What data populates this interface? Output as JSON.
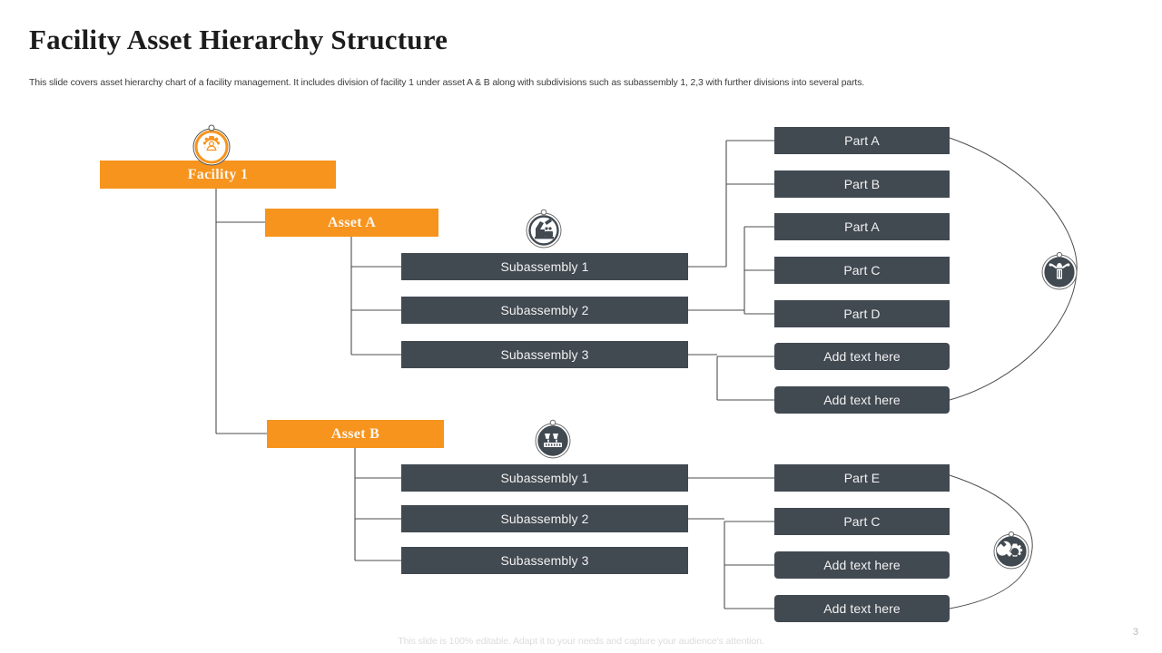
{
  "slide": {
    "title": "Facility Asset Hierarchy Structure",
    "subtitle": "This slide covers asset hierarchy chart of a facility management. It includes division of facility 1 under asset A & B along with subdivisions such as subassembly 1, 2,3 with further divisions into several parts.",
    "footer": "This slide is 100% editable. Adapt it to your needs and capture your audience's attention.",
    "page_number": "3"
  },
  "colors": {
    "orange": "#F7941D",
    "dark_slate": "#414951",
    "connector": "#5a5a5a",
    "title": "#1c1c1c",
    "footer": "#dcdcdc"
  },
  "diagram": {
    "type": "hierarchy-tree",
    "root": {
      "label": "Facility 1",
      "icon": "gear-person-icon"
    },
    "branches": [
      {
        "label": "Asset A",
        "icon": "robotic-arm-icon",
        "right_icon": "machinery-icon",
        "subassemblies": [
          {
            "label": "Subassembly 1",
            "parts": [
              "Part A",
              "Part B"
            ]
          },
          {
            "label": "Subassembly 2",
            "parts": [
              "Part A",
              "Part C",
              "Part D"
            ]
          },
          {
            "label": "Subassembly 3",
            "parts": [
              "Add text here",
              "Add text here"
            ]
          }
        ]
      },
      {
        "label": "Asset B",
        "icon": "factory-icon",
        "right_icon": "gear-wrench-icon",
        "subassemblies": [
          {
            "label": "Subassembly 1",
            "parts": [
              "Part E"
            ]
          },
          {
            "label": "Subassembly 2",
            "parts": [
              "Part C",
              "Add text here",
              "Add text here"
            ]
          },
          {
            "label": "Subassembly 3",
            "parts": []
          }
        ]
      }
    ],
    "nodes": {
      "facility": "Facility 1",
      "asset_a": "Asset A",
      "asset_b": "Asset B",
      "a_sub1": "Subassembly 1",
      "a_sub2": "Subassembly 2",
      "a_sub3": "Subassembly 3",
      "b_sub1": "Subassembly 1",
      "b_sub2": "Subassembly 2",
      "b_sub3": "Subassembly 3",
      "part_a1": "Part A",
      "part_b1": "Part B",
      "part_a2": "Part A",
      "part_c1": "Part C",
      "part_d1": "Part D",
      "add_text_1": "Add text here",
      "add_text_2": "Add text here",
      "part_e": "Part E",
      "part_c2": "Part C",
      "add_text_3": "Add text here",
      "add_text_4": "Add text here"
    }
  }
}
